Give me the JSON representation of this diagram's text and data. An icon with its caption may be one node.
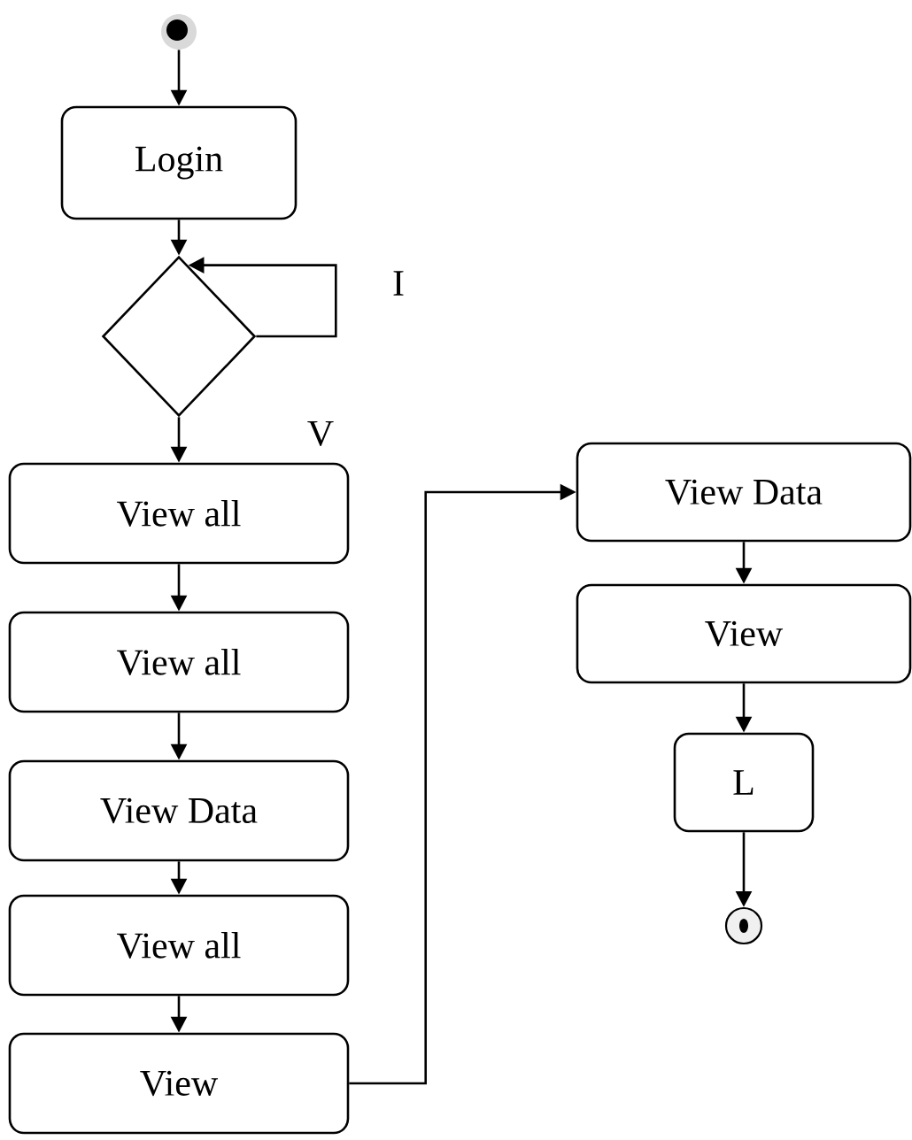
{
  "diagram": {
    "nodes": [
      {
        "text": [],
        "shape": "circle"
      },
      {
        "text": [
          "Login"
        ]
      },
      {
        "text": [],
        "shape": "diamond"
      },
      {
        "text": [
          "View all"
        ]
      },
      {
        "text": [
          "View all"
        ]
      },
      {
        "text": [
          "View Data"
        ]
      },
      {
        "text": [
          "View all"
        ]
      },
      {
        "text": [
          "View"
        ]
      },
      {
        "text": [
          "View Data"
        ]
      },
      {
        "text": [
          "View"
        ]
      },
      {
        "text": [
          "L"
        ]
      },
      {
        "text": [],
        "shape": "circle"
      }
    ],
    "edges": [
      {
        "from": 0,
        "to": 1,
        "arrow": "to"
      },
      {
        "from": 1,
        "to": 2,
        "arrow": "to"
      },
      {
        "from": 2,
        "to": 2,
        "arrow": "to",
        "label": "I"
      },
      {
        "from": 2,
        "to": 3,
        "arrow": "to",
        "label": "V"
      },
      {
        "from": 3,
        "to": 4,
        "arrow": "to"
      },
      {
        "from": 4,
        "to": 5,
        "arrow": "to"
      },
      {
        "from": 5,
        "to": 6,
        "arrow": "to"
      },
      {
        "from": 6,
        "to": 7,
        "arrow": "to"
      },
      {
        "from": 7,
        "to": 8,
        "arrow": "to"
      },
      {
        "from": 8,
        "to": 9,
        "arrow": "to"
      },
      {
        "from": 9,
        "to": 10,
        "arrow": "to"
      },
      {
        "from": 10,
        "to": 11,
        "arrow": "to"
      }
    ]
  }
}
